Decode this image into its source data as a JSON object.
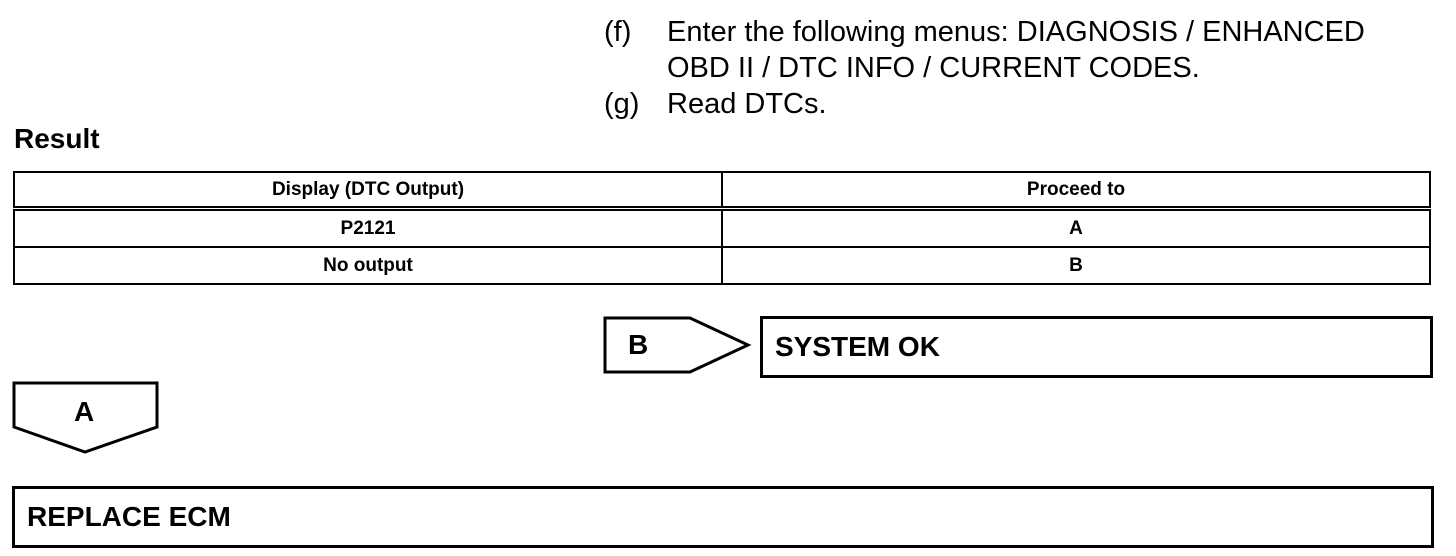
{
  "steps": [
    {
      "label": "(f)",
      "text": "Enter the following menus: DIAGNOSIS / ENHANCED OBD II / DTC INFO / CURRENT CODES."
    },
    {
      "label": "(g)",
      "text": "Read DTCs."
    }
  ],
  "result": {
    "heading": "Result",
    "columns": [
      "Display (DTC Output)",
      "Proceed to"
    ],
    "rows": [
      [
        "P2121",
        "A"
      ],
      [
        "No output",
        "B"
      ]
    ]
  },
  "flow": {
    "branch_b": {
      "label": "B",
      "target": "SYSTEM OK"
    },
    "branch_a": {
      "label": "A",
      "target": "REPLACE ECM"
    }
  }
}
